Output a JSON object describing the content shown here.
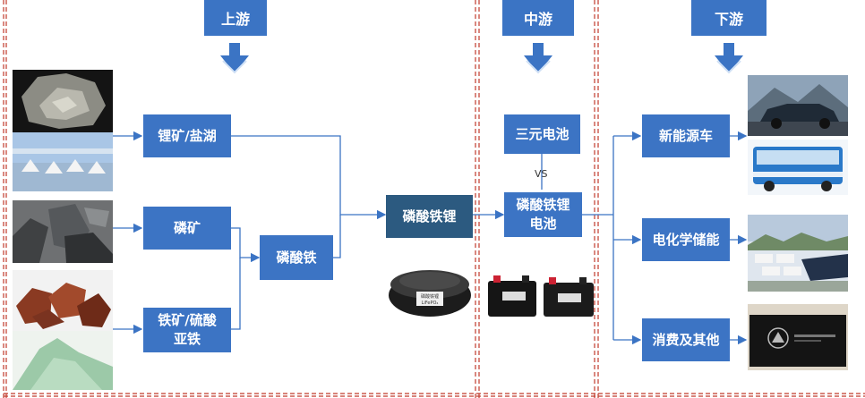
{
  "stages": {
    "upstream": "上游",
    "midstream": "中游",
    "downstream": "下游"
  },
  "nodes": {
    "lithium_ore": "锂矿/盐湖",
    "phosphate_ore": "磷矿",
    "iron_ore": "铁矿/硫酸\n亚铁",
    "iron_phosphate": "磷酸铁",
    "lfp": "磷酸铁锂",
    "ternary_battery": "三元电池",
    "lfp_battery": "磷酸铁锂\n电池",
    "nev": "新能源车",
    "energy_storage": "电化学储能",
    "consumer": "消费及其他"
  },
  "vs_label": "VS",
  "lfp_powder_label": "磷酸铁锂\nLiFePO₄",
  "colors": {
    "tab": "#3b74c4",
    "box": "#3c74c4",
    "box_dark": "#2c5a80",
    "connector": "#3b74c4",
    "dashed_border": "#c0392b"
  }
}
